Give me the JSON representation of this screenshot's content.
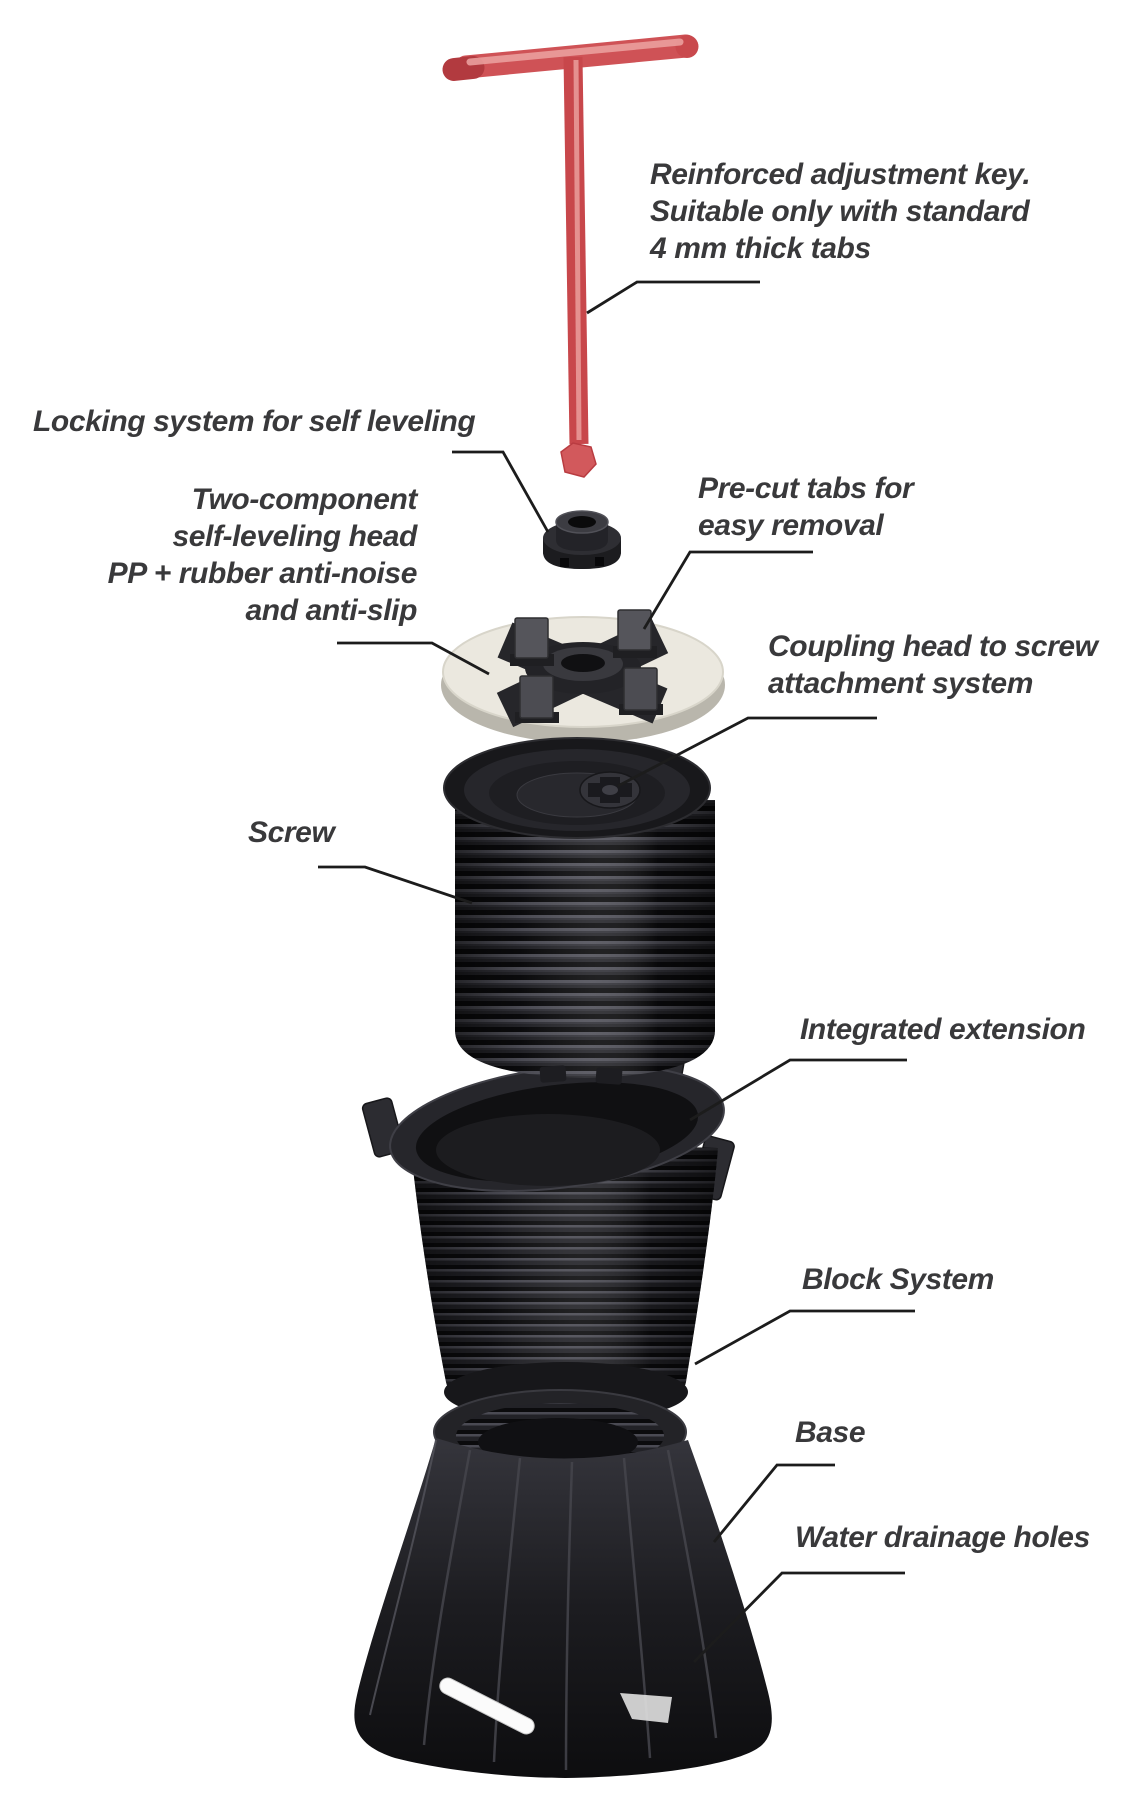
{
  "diagram": {
    "type": "exploded-product-diagram",
    "subject": "adjustable-self-leveling-pedestal"
  },
  "colors": {
    "background": "#ffffff",
    "label_text": "#39393b",
    "leader_line": "#1c1c1c",
    "key_red": "#cf5256",
    "key_red_dark": "#b23a3f",
    "key_red_highlight": "#eda4a2",
    "head_cream": "#ebe8df",
    "part_dark": "#1b1b1e"
  },
  "labels": {
    "adjustment_key": {
      "lines": [
        "Reinforced adjustment key.",
        "Suitable only with standard",
        "4 mm thick tabs"
      ]
    },
    "locking_system": {
      "lines": [
        "Locking system for self leveling"
      ]
    },
    "leveling_head": {
      "lines": [
        "Two-component",
        "self-leveling head",
        "PP + rubber anti-noise",
        "and anti-slip"
      ]
    },
    "precut_tabs": {
      "lines": [
        "Pre-cut tabs for",
        "easy removal"
      ]
    },
    "coupling_head": {
      "lines": [
        "Coupling head to screw",
        "attachment system"
      ]
    },
    "screw": {
      "lines": [
        "Screw"
      ]
    },
    "extension": {
      "lines": [
        "Integrated extension"
      ]
    },
    "block_system": {
      "lines": [
        "Block System"
      ]
    },
    "base": {
      "lines": [
        "Base"
      ]
    },
    "drainage": {
      "lines": [
        "Water drainage holes"
      ]
    }
  },
  "parts": [
    "adjustment-key",
    "locking-ring",
    "self-leveling-head",
    "screw",
    "integrated-extension",
    "block-system",
    "base",
    "water-drainage-hole"
  ]
}
